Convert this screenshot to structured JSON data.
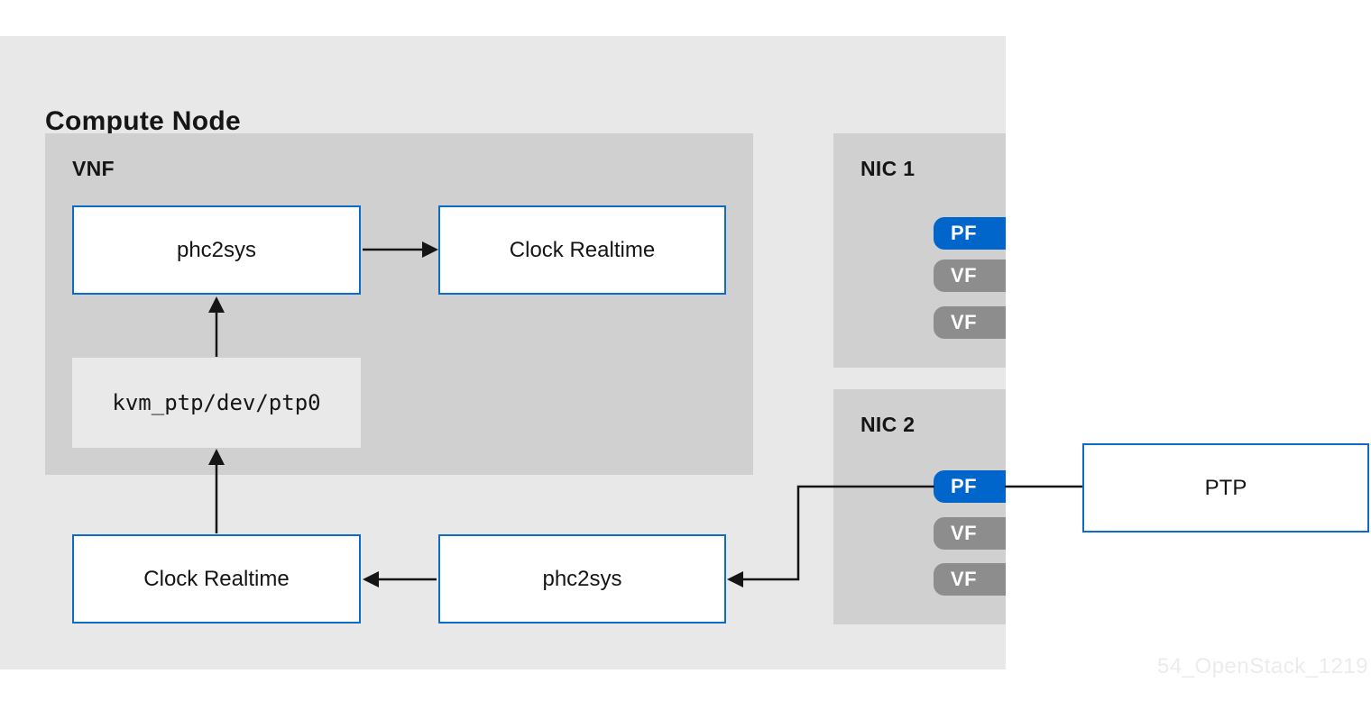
{
  "title": "Compute Node",
  "watermark": "54_OpenStack_1219",
  "colors": {
    "panel_bg": "#e8e8e8",
    "group_bg": "#d0d0d0",
    "accent_blue": "#0066cc",
    "badge_gray": "#8d8d8d",
    "box_border_blue": "#0d6cc8",
    "line": "#151515"
  },
  "vnf": {
    "label": "VNF",
    "phc2sys": "phc2sys",
    "clock_realtime": "Clock Realtime",
    "kvm_ptp": "kvm_ptp/dev/ptp0"
  },
  "host": {
    "clock_realtime": "Clock Realtime",
    "phc2sys": "phc2sys"
  },
  "nic1": {
    "label": "NIC 1",
    "badges": [
      {
        "label": "PF"
      },
      {
        "label": "VF"
      },
      {
        "label": "VF"
      }
    ]
  },
  "nic2": {
    "label": "NIC 2",
    "badges": [
      {
        "label": "PF"
      },
      {
        "label": "VF"
      },
      {
        "label": "VF"
      }
    ]
  },
  "ptp": {
    "label": "PTP"
  },
  "connections": [
    {
      "from": "phc2sys (VNF)",
      "to": "Clock Realtime (VNF)"
    },
    {
      "from": "kvm_ptp/dev/ptp0",
      "to": "phc2sys (VNF)"
    },
    {
      "from": "Clock Realtime (host)",
      "to": "kvm_ptp/dev/ptp0"
    },
    {
      "from": "phc2sys (host)",
      "to": "Clock Realtime (host)"
    },
    {
      "from": "PTP via NIC 2 PF",
      "to": "phc2sys (host)"
    }
  ]
}
